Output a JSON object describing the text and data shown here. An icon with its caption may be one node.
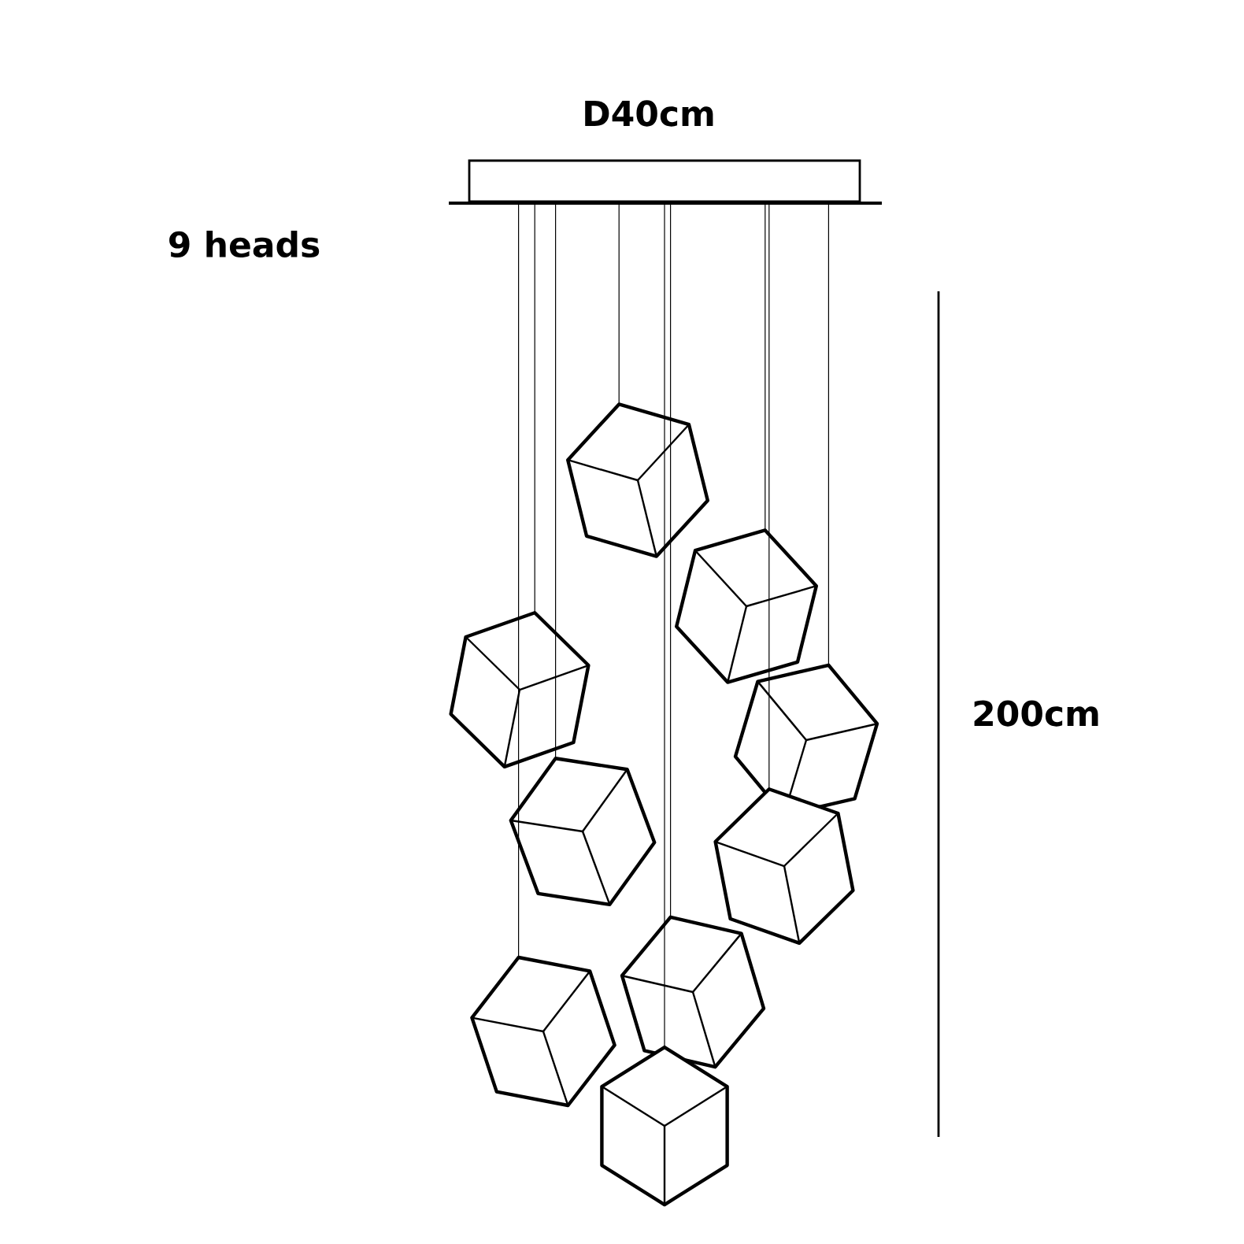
{
  "diagram": {
    "labels": [
      "D40cm",
      "9 heads",
      "200cm"
    ]
  }
}
